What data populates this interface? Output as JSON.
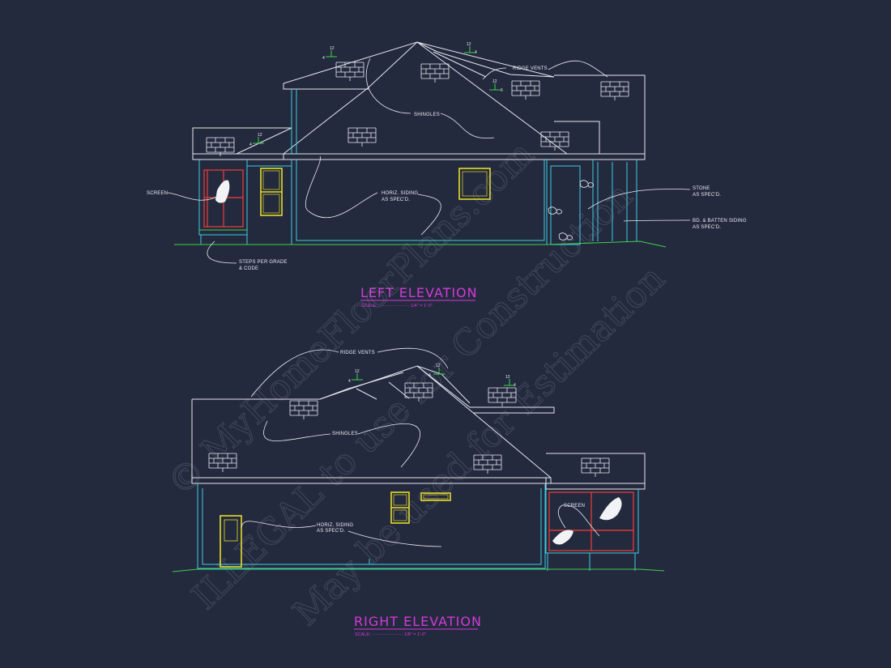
{
  "watermark": {
    "line1": "© MyHomeFloorPlans.com",
    "line2": "ILLEGAL to use for Construction",
    "line3": "May be used for Estimation"
  },
  "left_elevation": {
    "title": "LEFT ELEVATION",
    "scale": "SCALE: ····················· 1/4\" = 1'-0\"",
    "notes": {
      "ridge_vents": "RIDGE VENTS",
      "shingles": "SHINGLES",
      "screen": "SCREEN",
      "siding_1": "HORIZ. SIDING",
      "siding_2": "AS SPEC'D.",
      "stone_1": "STONE",
      "stone_2": "AS SPEC'D.",
      "batten_1": "BD. & BATTEN SIDING",
      "batten_2": "AS SPEC'D.",
      "steps_1": "STEPS PER GRADE",
      "steps_2": "& CODE"
    },
    "pitches": [
      {
        "rise": "4",
        "run": "12"
      },
      {
        "rise": "4",
        "run": "12"
      },
      {
        "rise": "6",
        "run": "12"
      },
      {
        "rise": "4",
        "run": "12"
      }
    ]
  },
  "right_elevation": {
    "title": "RIGHT ELEVATION",
    "scale": "SCALE: ····················· 1/8\" = 1'-0\"",
    "notes": {
      "ridge_vents": "RIDGE VENTS",
      "shingles": "SHINGLES",
      "screen": "SCREEN",
      "siding_1": "HORIZ. SIDING",
      "siding_2": "AS SPEC'D."
    },
    "pitches": [
      {
        "rise": "4",
        "run": "12"
      },
      {
        "rise": "4",
        "run": "12"
      },
      {
        "rise": "4",
        "run": "12"
      }
    ]
  },
  "colors": {
    "background": "#232a3e",
    "roof_lines": "#e4e7ee",
    "wall_lines": "#3fc9e0",
    "windows": "#e6dc2a",
    "screen_frames": "#d43a3a",
    "grade": "#3fd04a",
    "titles": "#d23ad6"
  }
}
